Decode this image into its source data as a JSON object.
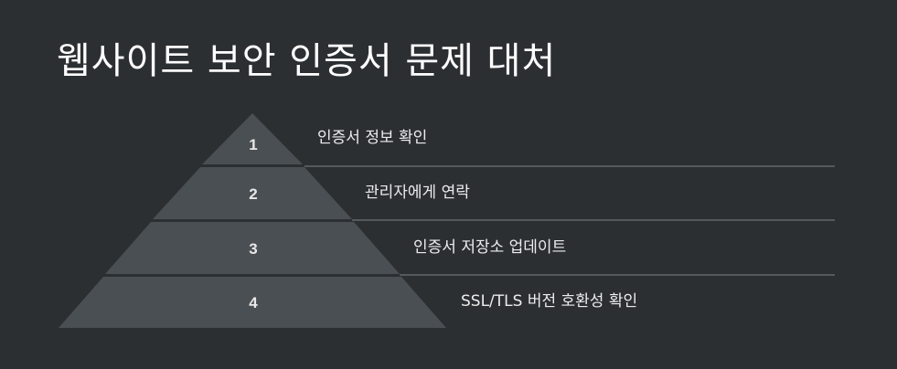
{
  "title": "웹사이트 보안 인증서 문제 대처",
  "colors": {
    "background": "#2c2f32",
    "tier_fill": "#4a4f53",
    "divider": "#55595d",
    "text": "#ececec"
  },
  "levels": [
    {
      "number": "1",
      "label": "인증서 정보 확인"
    },
    {
      "number": "2",
      "label": "관리자에게 연락"
    },
    {
      "number": "3",
      "label": "인증서 저장소 업데이트"
    },
    {
      "number": "4",
      "label": "SSL/TLS 버전 호환성 확인"
    }
  ]
}
